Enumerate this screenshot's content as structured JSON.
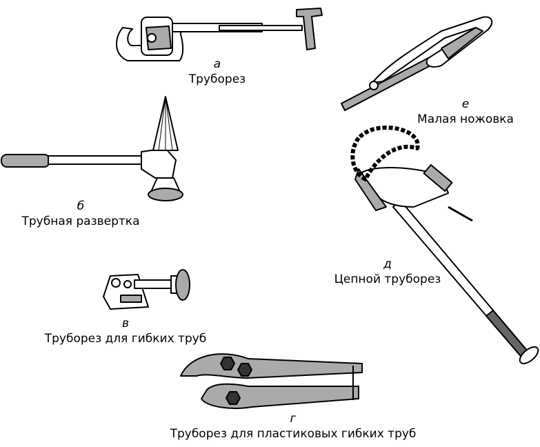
{
  "tools": [
    {
      "letter": "а",
      "name": "Труборез"
    },
    {
      "letter": "б",
      "name": "Трубная развертка"
    },
    {
      "letter": "в",
      "name": "Труборез для гибких труб"
    },
    {
      "letter": "г",
      "name": "Труборез для пластиковых гибких труб"
    },
    {
      "letter": "д",
      "name": "Цепной труборез"
    },
    {
      "letter": "е",
      "name": "Малая ножовка"
    }
  ],
  "colors": {
    "stroke": "#000000",
    "fill_light": "#ffffff",
    "fill_grey": "#aaaaaa"
  }
}
